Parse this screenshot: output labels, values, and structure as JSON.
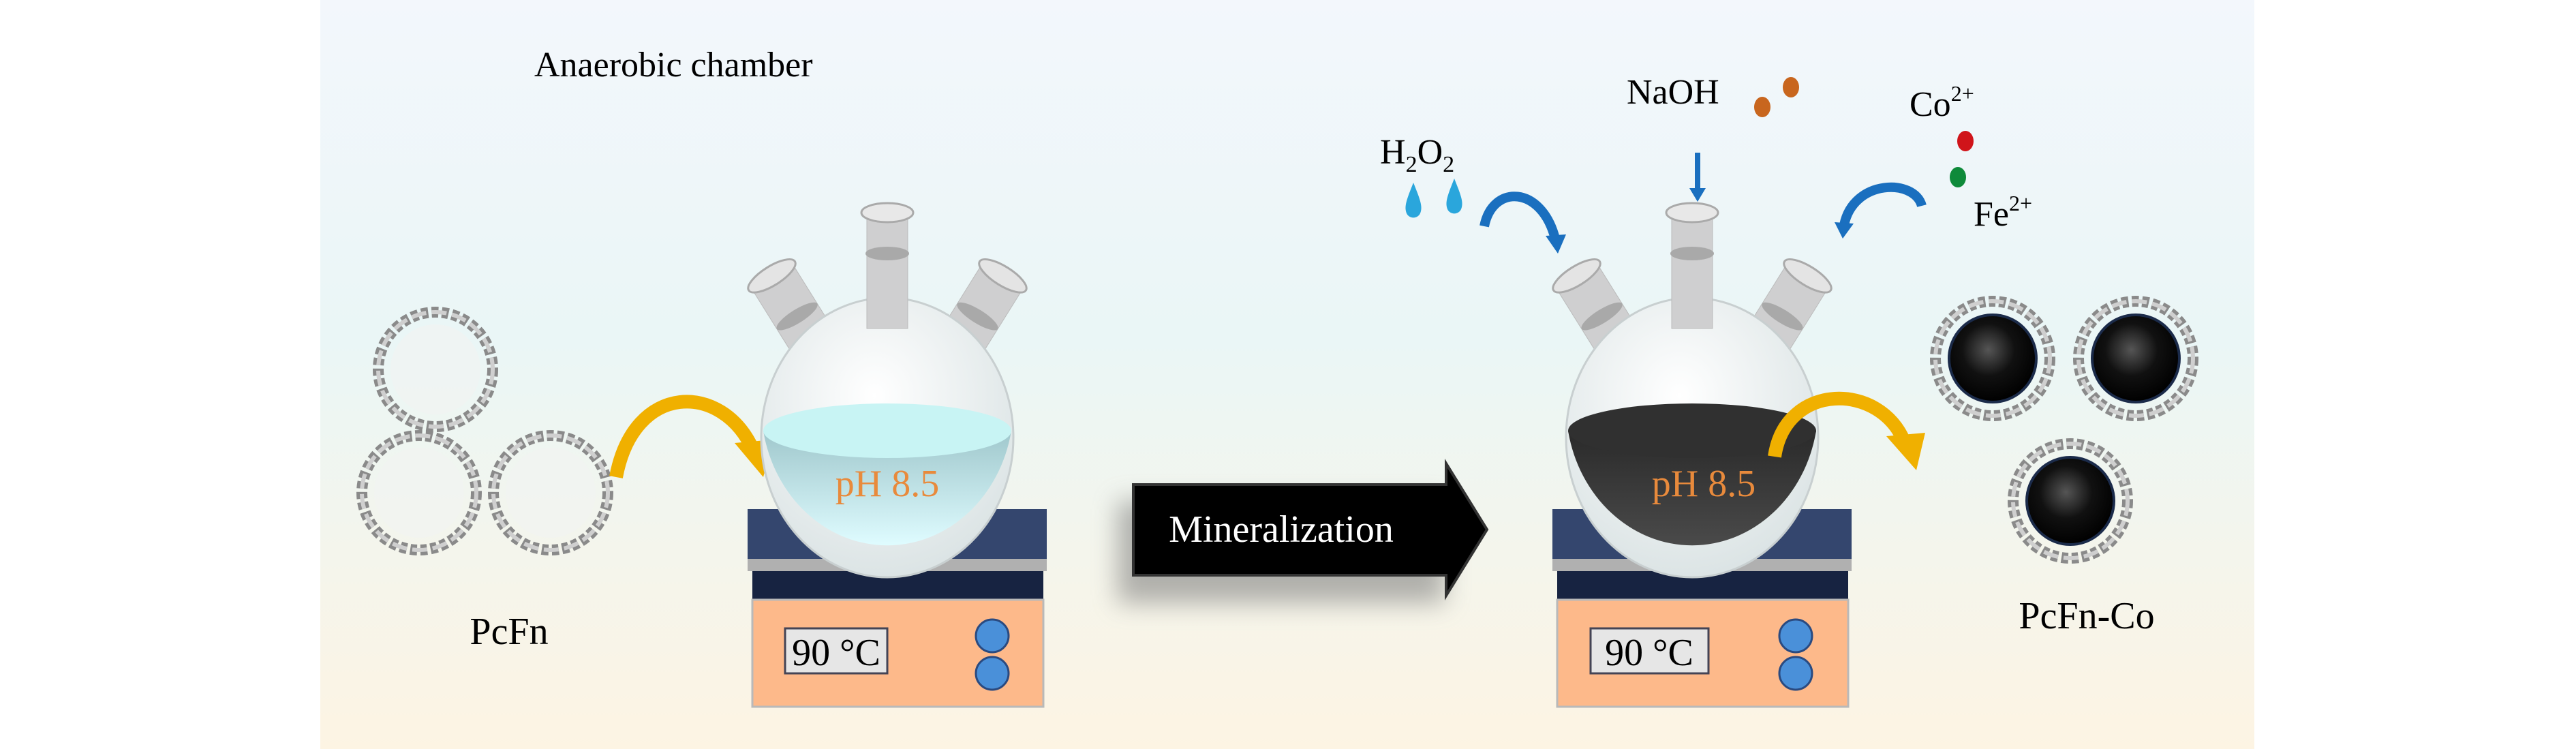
{
  "title": "Anaerobic chamber",
  "left": {
    "material_label": "PcFn",
    "ph_label": "pH 8.5",
    "temperature_display": "90 °C"
  },
  "process_arrow_label": "Mineralization",
  "right": {
    "reagents": {
      "h2o2": {
        "main": "H",
        "sub1": "2",
        "mid": "O",
        "sub2": "2"
      },
      "naoh": "NaOH",
      "co": {
        "main": "Co",
        "sup": "2+"
      },
      "fe": {
        "main": "Fe",
        "sup": "2+"
      }
    },
    "ph_label": "pH 8.5",
    "temperature_display": "90 °C",
    "product_label": "PcFn-Co"
  },
  "colors": {
    "ph_text": "#e88a3c",
    "reagent_arrow": "#1a6fbf",
    "transfer_arrow": "#f0b000",
    "hotplate_body": "#fdb98a",
    "hotplate_top": "#34466e",
    "cobalt_dot": "#d0141a",
    "iron_dot": "#0e8a3a",
    "naoh_dot": "#c8661e"
  }
}
